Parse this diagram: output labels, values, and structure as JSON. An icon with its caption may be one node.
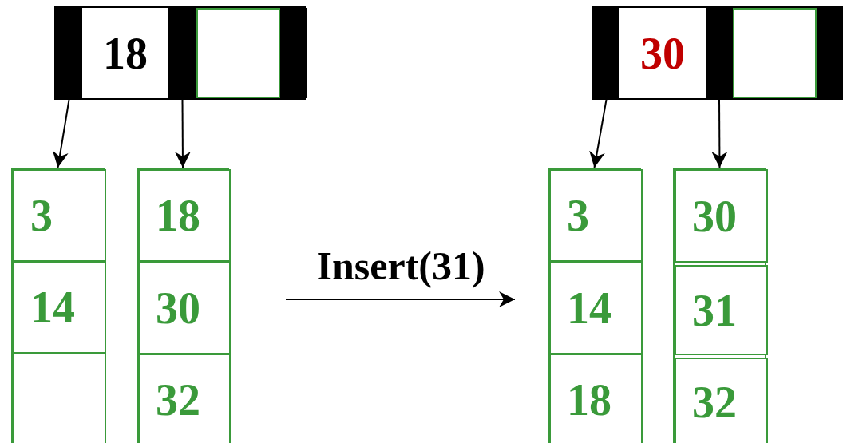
{
  "diagram": {
    "nodes": [
      {
        "text": [],
        "shape": "box"
      },
      {
        "text": [],
        "shape": "bar",
        "in": 0
      },
      {
        "text": [
          "18"
        ],
        "in": 0
      },
      {
        "text": [],
        "shape": "bar",
        "in": 0
      },
      {
        "text": [],
        "shape": "box",
        "in": 0
      },
      {
        "text": [],
        "shape": "bar",
        "in": 0
      },
      {
        "text": [],
        "shape": "box"
      },
      {
        "text": [
          "3"
        ],
        "in": 6
      },
      {
        "text": [
          "14"
        ],
        "in": 6
      },
      {
        "text": [],
        "shape": "box",
        "in": 6
      },
      {
        "text": [],
        "shape": "box"
      },
      {
        "text": [
          "18"
        ],
        "in": 10
      },
      {
        "text": [
          "30"
        ],
        "in": 10
      },
      {
        "text": [
          "32"
        ],
        "in": 10
      },
      {
        "text": [],
        "shape": "box"
      },
      {
        "text": [],
        "shape": "bar",
        "in": 14
      },
      {
        "text": [
          "30"
        ],
        "in": 14
      },
      {
        "text": [],
        "shape": "bar",
        "in": 14
      },
      {
        "text": [],
        "shape": "box",
        "in": 14
      },
      {
        "text": [],
        "shape": "bar",
        "in": 14
      },
      {
        "text": [],
        "shape": "box"
      },
      {
        "text": [
          "3"
        ],
        "in": 20
      },
      {
        "text": [
          "14"
        ],
        "in": 20
      },
      {
        "text": [
          "18"
        ],
        "in": 20
      },
      {
        "text": [],
        "shape": "box"
      },
      {
        "text": [
          "30"
        ],
        "in": 24
      },
      {
        "text": [
          "31"
        ],
        "in": 24
      },
      {
        "text": [
          "32"
        ],
        "in": 24
      }
    ],
    "edges": [
      {
        "from": 1,
        "to": 6,
        "arrow": "to"
      },
      {
        "from": 3,
        "to": 10,
        "arrow": "to"
      },
      {
        "from": 15,
        "to": 20,
        "arrow": "to"
      },
      {
        "from": 17,
        "to": 24,
        "arrow": "to"
      }
    ],
    "labels": [
      "Insert(31)"
    ]
  }
}
